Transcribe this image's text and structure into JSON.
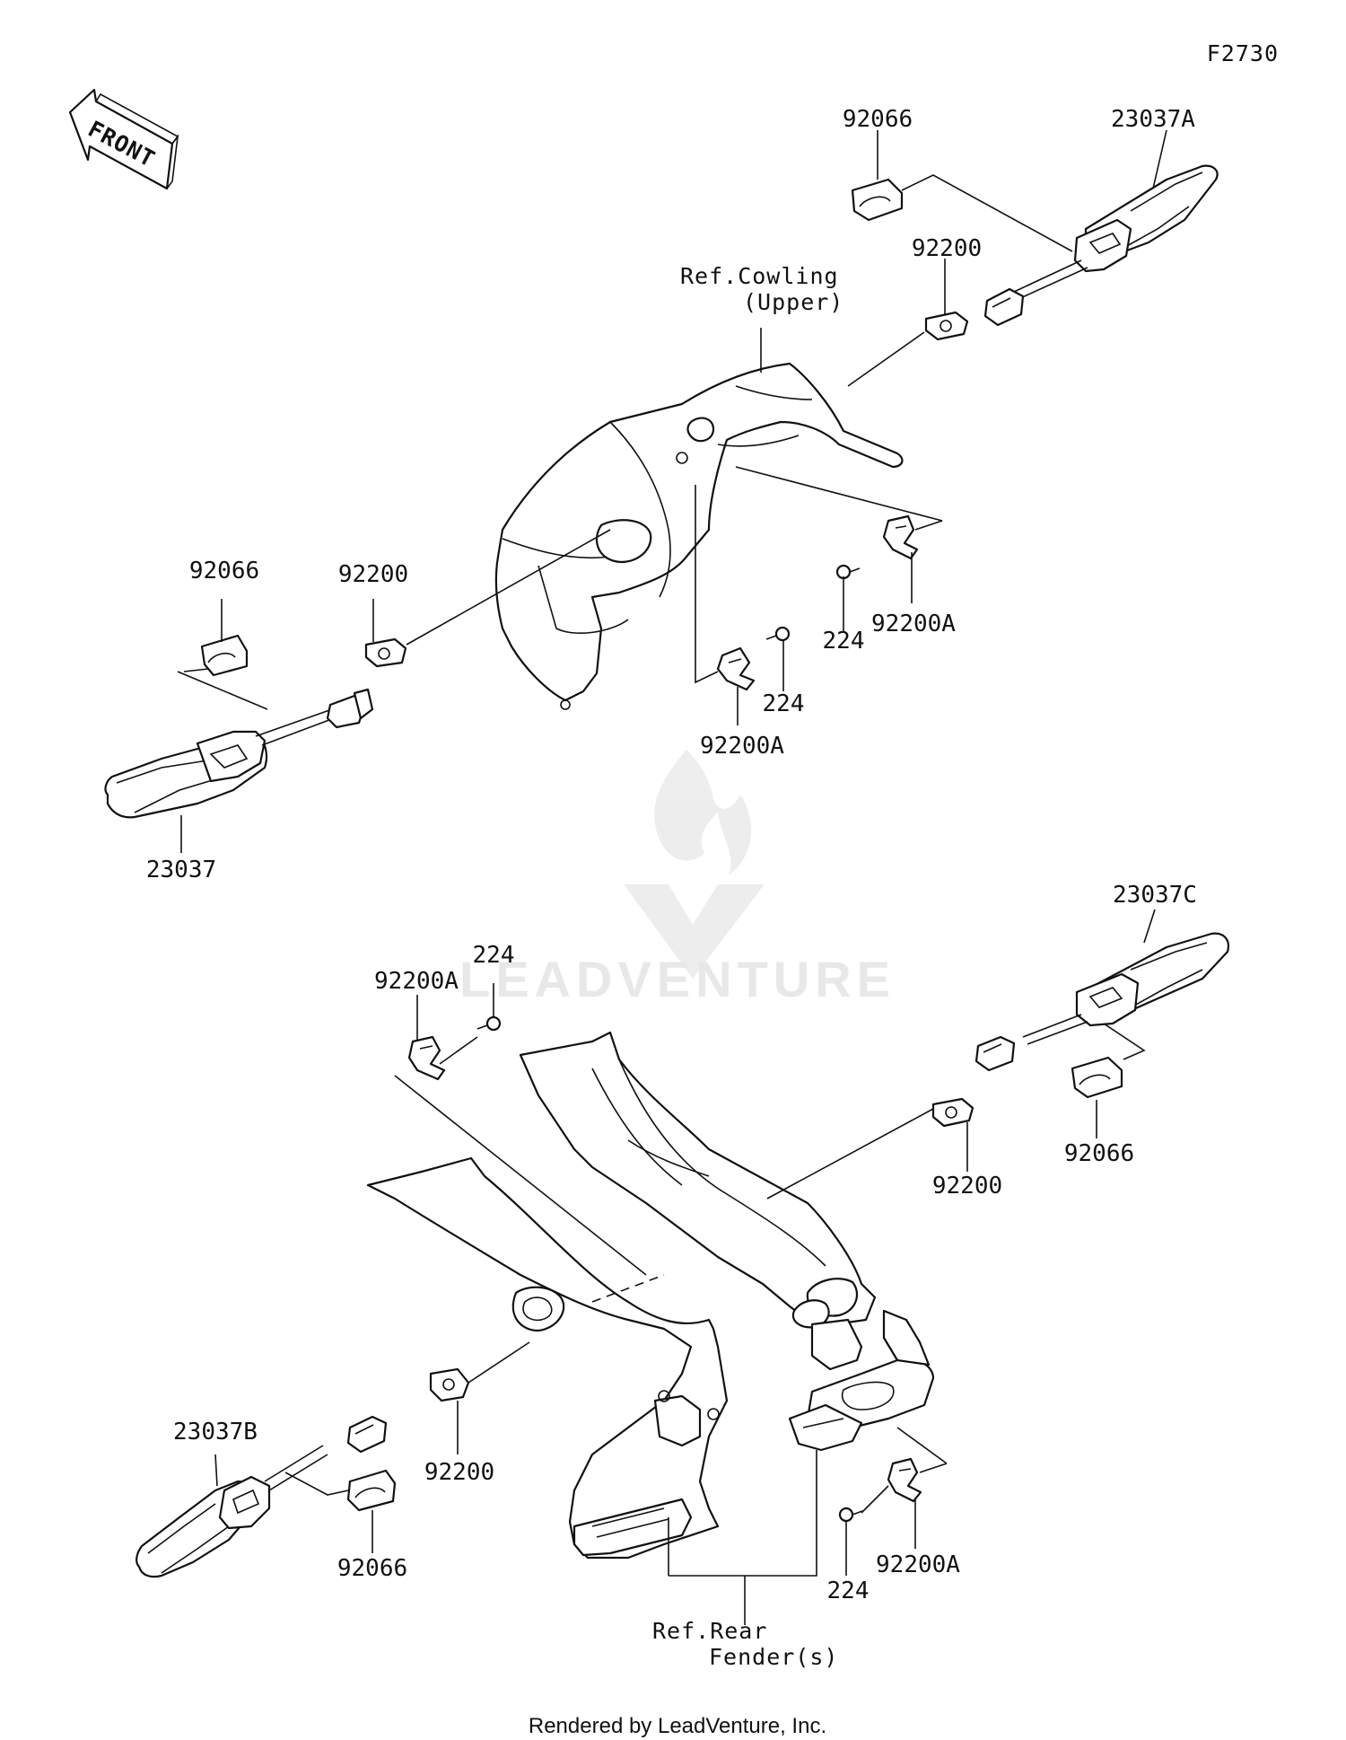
{
  "diagram_code": "F2730",
  "front_arrow_label": "FRONT",
  "watermark": "LEADVENTURE",
  "footer": "Rendered by LeadVenture, Inc.",
  "ref_labels": {
    "cowling_line1": "Ref.Cowling",
    "cowling_line2": "(Upper)",
    "rear_line1": "Ref.Rear",
    "rear_line2": "Fender(s)"
  },
  "parts": [
    {
      "id": "p1",
      "number": "92066"
    },
    {
      "id": "p2",
      "number": "23037A"
    },
    {
      "id": "p3",
      "number": "92200"
    },
    {
      "id": "p4",
      "number": "92066"
    },
    {
      "id": "p5",
      "number": "92200"
    },
    {
      "id": "p6",
      "number": "224"
    },
    {
      "id": "p7",
      "number": "92200A"
    },
    {
      "id": "p8",
      "number": "224"
    },
    {
      "id": "p9",
      "number": "92200A"
    },
    {
      "id": "p10",
      "number": "23037"
    },
    {
      "id": "p11",
      "number": "23037C"
    },
    {
      "id": "p12",
      "number": "224"
    },
    {
      "id": "p13",
      "number": "92200A"
    },
    {
      "id": "p14",
      "number": "92200"
    },
    {
      "id": "p15",
      "number": "92066"
    },
    {
      "id": "p16",
      "number": "92200"
    },
    {
      "id": "p17",
      "number": "23037B"
    },
    {
      "id": "p18",
      "number": "92066"
    },
    {
      "id": "p19",
      "number": "224"
    },
    {
      "id": "p20",
      "number": "92200A"
    }
  ]
}
